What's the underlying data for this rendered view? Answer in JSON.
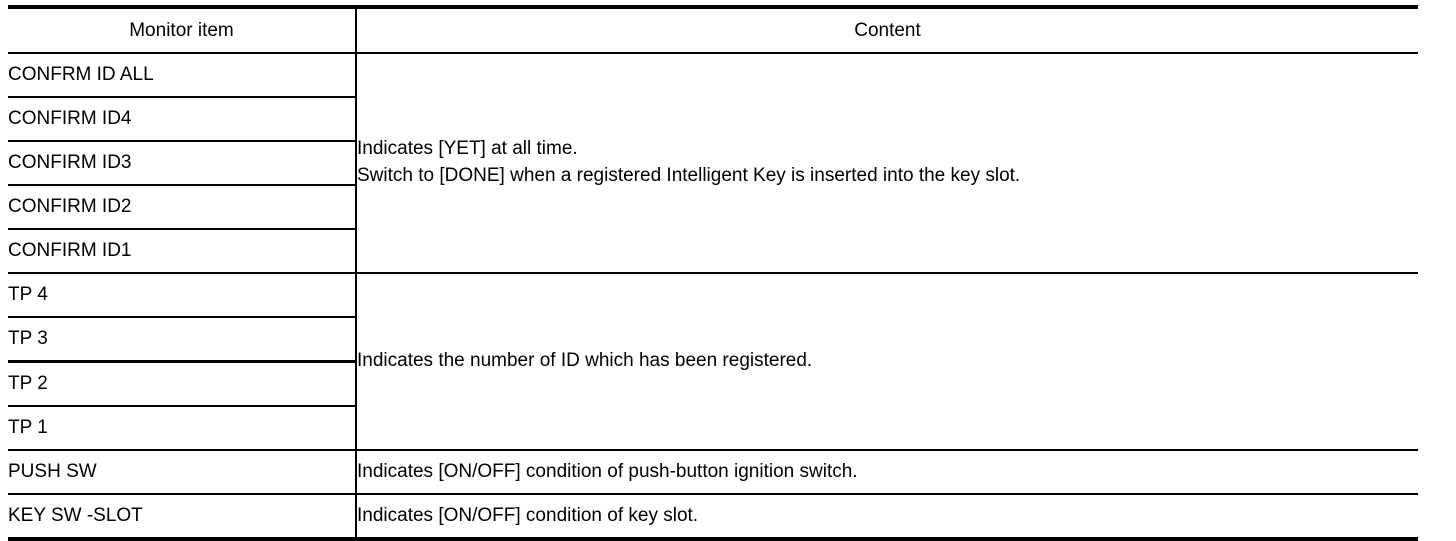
{
  "table": {
    "headers": {
      "monitor_item": "Monitor item",
      "content": "Content"
    },
    "groups": [
      {
        "items": [
          "CONFRM ID ALL",
          "CONFIRM ID4",
          "CONFIRM ID3",
          "CONFIRM ID2",
          "CONFIRM ID1"
        ],
        "content_lines": [
          "Indicates [YET] at all time.",
          "Switch to [DONE] when a registered Intelligent Key is inserted into the key slot."
        ]
      },
      {
        "items": [
          "TP 4",
          "TP 3",
          "TP 2",
          "TP 1"
        ],
        "content_lines": [
          "Indicates the number of ID which has been registered."
        ]
      },
      {
        "items": [
          "PUSH SW"
        ],
        "content_lines": [
          "Indicates [ON/OFF] condition of push-button ignition switch."
        ]
      },
      {
        "items": [
          "KEY SW -SLOT"
        ],
        "content_lines": [
          "Indicates [ON/OFF] condition of key slot."
        ]
      }
    ]
  }
}
